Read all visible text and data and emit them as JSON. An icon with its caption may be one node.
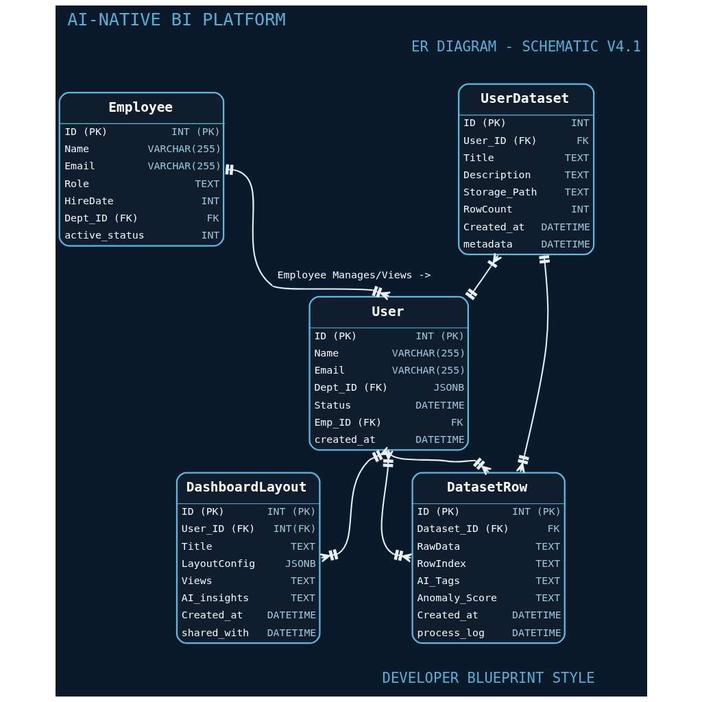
{
  "diagram": {
    "title": "AI-NATIVE BI PLATFORM",
    "nodes": [
      {
        "text": [
          "Employee",
          "ID (PK)",
          "INT (PK)",
          "Name",
          "VARCHAR(255)",
          "Email",
          "VARCHAR(255)",
          "Role",
          "TEXT",
          "HireDate",
          "INT",
          "Dept_ID (FK)",
          "FK",
          "active_status",
          "INT"
        ]
      },
      {
        "text": [
          "User",
          "ID (PK)",
          "INT (PK)",
          "Name",
          "VARCHAR(255)",
          "Email",
          "VARCHAR(255)",
          "Dept_ID (FK)",
          "JSONB",
          "Status",
          "DATETIME",
          "Emp_ID (FK)",
          "FK",
          "created_at",
          "DATETIME"
        ]
      },
      {
        "text": [
          "DashboardLayout",
          "ID (PK)",
          "INT (PK)",
          "User_ID (FK)",
          "INT(FK)",
          "Title",
          "TEXT",
          "LayoutConfig",
          "JSONB",
          "Views",
          "TEXT",
          "AI_insights",
          "TEXT",
          "Created_at",
          "DATETIME",
          "shared_with",
          "DATETIME"
        ]
      },
      {
        "text": [
          "UserDataset",
          "ID (PK)",
          "INT",
          "User_ID (FK)",
          "FK",
          "Title",
          "TEXT",
          "Description",
          "TEXT",
          "Storage_Path",
          "TEXT",
          "RowCount",
          "INT",
          "Created_at",
          "DATETIME",
          "metadata",
          "DATETIME"
        ]
      },
      {
        "text": [
          "DatasetRow",
          "ID (PK)",
          "INT (PK)",
          "Dataset_ID (FK)",
          "FK",
          "RawData",
          "TEXT",
          "RowIndex",
          "TEXT",
          "AI_Tags",
          "TEXT",
          "Anomaly_Score",
          "TEXT",
          "Created_at",
          "DATETIME",
          "process_log",
          "DATETIME"
        ]
      }
    ],
    "edges": [
      {
        "from": 0,
        "to": 1,
        "arrow": "other",
        "label": "Employee Manages/Views ->"
      },
      {
        "from": 1,
        "to": 3,
        "arrow": "other"
      },
      {
        "from": 3,
        "to": 4,
        "arrow": "other"
      },
      {
        "from": 1,
        "to": 2,
        "arrow": "other"
      },
      {
        "from": 1,
        "to": 4,
        "arrow": "other"
      },
      {
        "from": 1,
        "to": 4,
        "arrow": "other"
      }
    ],
    "labels": [
      "ER DIAGRAM - SCHEMATIC V4.1",
      "DEVELOPER BLUEPRINT STYLE"
    ]
  }
}
